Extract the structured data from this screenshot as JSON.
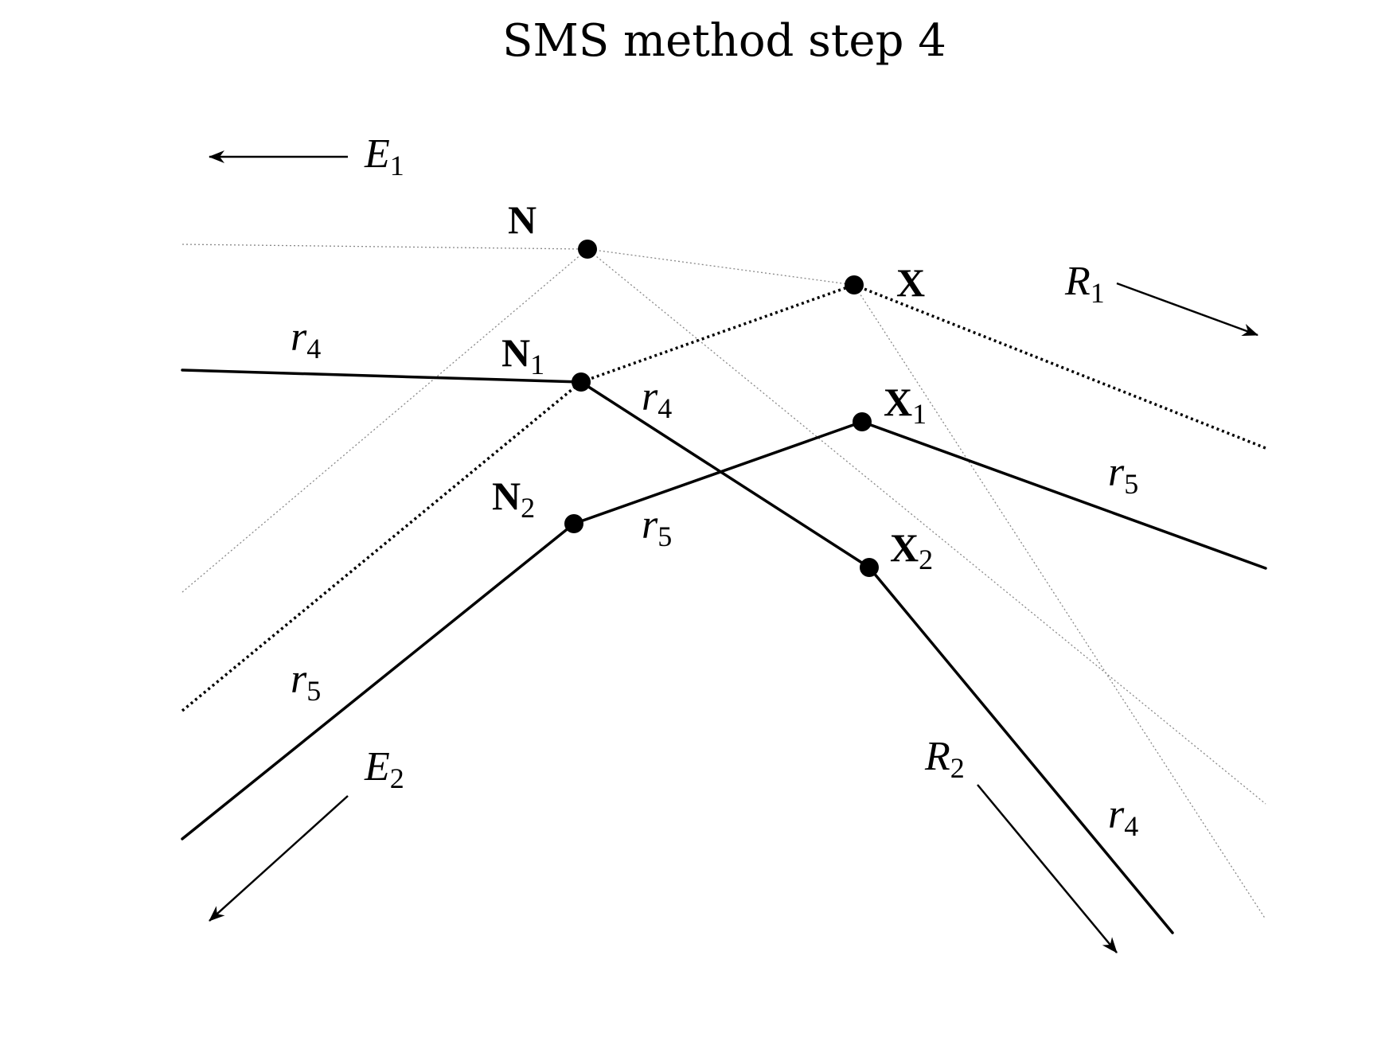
{
  "title": "SMS method step 4",
  "points": {
    "N": {
      "main": "N",
      "sub": ""
    },
    "N1": {
      "main": "N",
      "sub": "1"
    },
    "N2": {
      "main": "N",
      "sub": "2"
    },
    "X": {
      "main": "X",
      "sub": ""
    },
    "X1": {
      "main": "X",
      "sub": "1"
    },
    "X2": {
      "main": "X",
      "sub": "2"
    }
  },
  "rays": {
    "r4": {
      "main": "r",
      "sub": "4"
    },
    "r5": {
      "main": "r",
      "sub": "5"
    }
  },
  "edges": {
    "E1": {
      "main": "E",
      "sub": "1"
    },
    "E2": {
      "main": "E",
      "sub": "2"
    },
    "R1": {
      "main": "R",
      "sub": "1"
    },
    "R2": {
      "main": "R",
      "sub": "2"
    }
  }
}
